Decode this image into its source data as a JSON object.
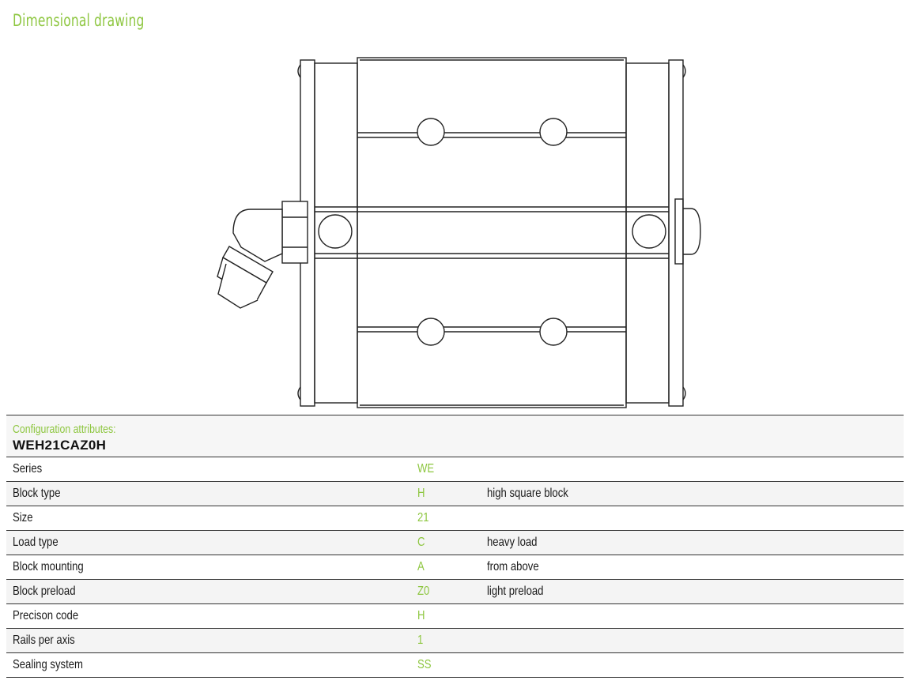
{
  "heading": "Dimensional drawing",
  "config": {
    "label": "Configuration attributes:",
    "code": "WEH21CAZ0H",
    "rows": [
      {
        "name": "Series",
        "code": "WE",
        "desc": ""
      },
      {
        "name": "Block type",
        "code": "H",
        "desc": "high square block"
      },
      {
        "name": "Size",
        "code": "21",
        "desc": ""
      },
      {
        "name": "Load type",
        "code": "C",
        "desc": "heavy load"
      },
      {
        "name": "Block mounting",
        "code": "A",
        "desc": "from above"
      },
      {
        "name": "Block preload",
        "code": "Z0",
        "desc": "light preload"
      },
      {
        "name": "Precison code",
        "code": "H",
        "desc": ""
      },
      {
        "name": "Rails per axis",
        "code": "1",
        "desc": ""
      },
      {
        "name": "Sealing system",
        "code": "SS",
        "desc": ""
      }
    ]
  },
  "colors": {
    "accent": "#8dc63f",
    "line": "#333333"
  }
}
